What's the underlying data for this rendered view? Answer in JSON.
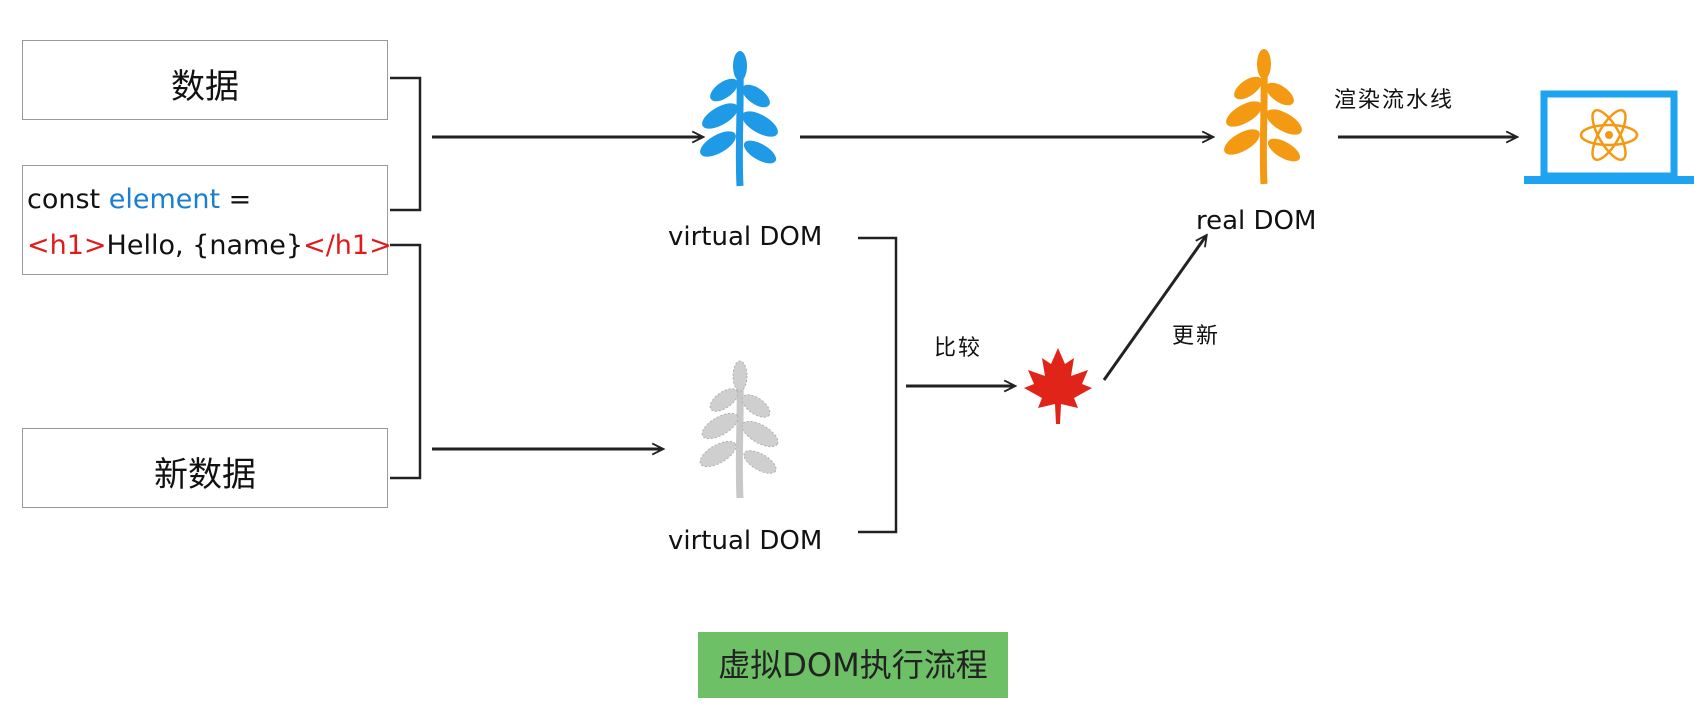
{
  "boxes": {
    "data": "数据",
    "code_line1_prefix": "const ",
    "code_line1_element": "element",
    "code_line1_suffix": " =",
    "code_line2_open": "<h1>",
    "code_line2_text": "Hello, {name}",
    "code_line2_close": "</h1>",
    "new_data": "新数据"
  },
  "nodes": {
    "virtual_dom_top": "virtual DOM",
    "virtual_dom_bottom": "virtual DOM",
    "real_dom": "real DOM"
  },
  "edges": {
    "compare": "比较",
    "update": "更新",
    "render_pipeline": "渲染流水线"
  },
  "caption": "虚拟DOM执行流程",
  "colors": {
    "virtual_tree_blue": "#1e9ae6",
    "virtual_tree_gray": "#cfcfcf",
    "real_tree_orange": "#f39a12",
    "diff_leaf_red": "#e0241a",
    "screen_blue": "#1ea3f0",
    "atom_orange": "#f39a12",
    "caption_bg": "#6dc066"
  },
  "icons": [
    "blue-tree-icon",
    "gray-tree-icon",
    "orange-tree-icon",
    "maple-leaf-icon",
    "laptop-icon",
    "atom-icon"
  ]
}
